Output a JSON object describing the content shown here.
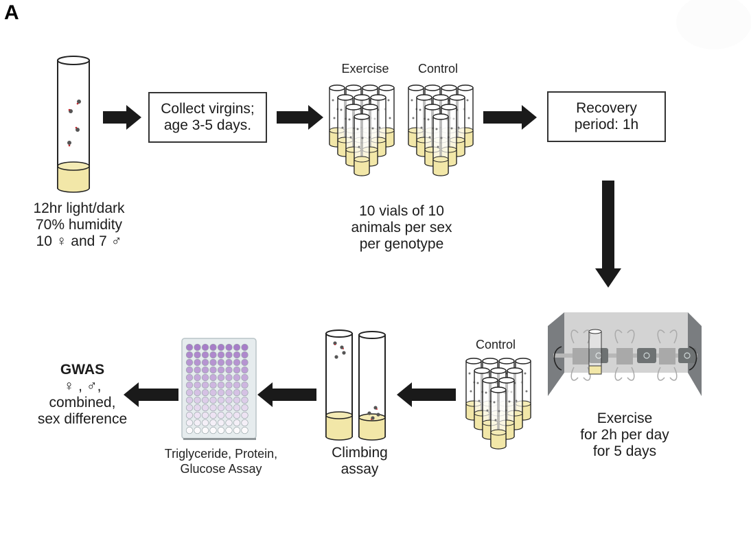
{
  "panel_label": "A",
  "steps": {
    "rearing": {
      "caption": [
        "12hr light/dark",
        "70% humidity",
        "10 ♀ and 7 ♂"
      ]
    },
    "collect": {
      "box_text": [
        "Collect virgins;",
        "age 3-5 days."
      ]
    },
    "groups": {
      "labels": [
        "Exercise",
        "Control"
      ],
      "caption": [
        "10 vials of 10",
        "animals per sex",
        "per genotype"
      ]
    },
    "recovery": {
      "box_text": [
        "Recovery",
        "period: 1h"
      ]
    },
    "exercise": {
      "caption": [
        "Exercise",
        "for 2h per day",
        "for 5 days"
      ]
    },
    "control": {
      "label": "Control"
    },
    "climbing": {
      "caption": [
        "Climbing",
        "assay"
      ]
    },
    "assay": {
      "caption": [
        "Triglyceride, Protein,",
        "Glucose Assay"
      ]
    },
    "gwas": {
      "title": "GWAS",
      "lines": [
        "♀ , ♂,",
        "combined,",
        "sex difference"
      ]
    }
  },
  "colors": {
    "food": "#f2e7a8",
    "arrow": "#1a1a1a",
    "plate_purple": "#a77dc8",
    "rotator_gray": "#d0d0d0"
  }
}
